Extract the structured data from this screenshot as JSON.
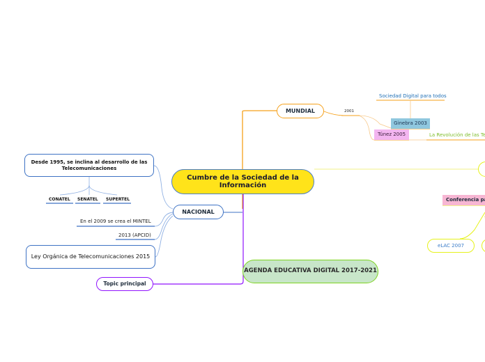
{
  "central": {
    "title": "Cumbre de la Sociedad de la Información"
  },
  "mundial": {
    "label": "MUNDIAL",
    "year": "2001",
    "sociedad": "Sociedad Digital para todos",
    "ginebra": "Ginebra 2003",
    "tunez": "Túnez 2005",
    "revolucion": "La Revolución de las Te"
  },
  "nacional": {
    "label": "NACIONAL",
    "desde": "Desde  1995, se inclina al desarrollo de las Telecomunicaciones",
    "conatel": "CONATEL",
    "senatel": "SENATEL",
    "supertel": "SUPERTEL",
    "mintel": "En el 2009 se crea el MINTEL",
    "apcid": "2013 (APCID)",
    "ley": "Ley Orgánica de Telecomunicaciones 2015"
  },
  "agenda": {
    "label": "AGENDA EDUCATIVA DIGITAL 2017-2021"
  },
  "topic": {
    "label": "Topic principal"
  },
  "regional": {
    "conferencia": "Conferencia pa",
    "elac": "eLAC 2007"
  },
  "colors": {
    "central": "#ffe31a",
    "mundial": "#f5a01a",
    "nacional": "#3d72c4",
    "agenda": "#7ed321",
    "topic": "#9013fe",
    "regional": "#e6f21a"
  }
}
